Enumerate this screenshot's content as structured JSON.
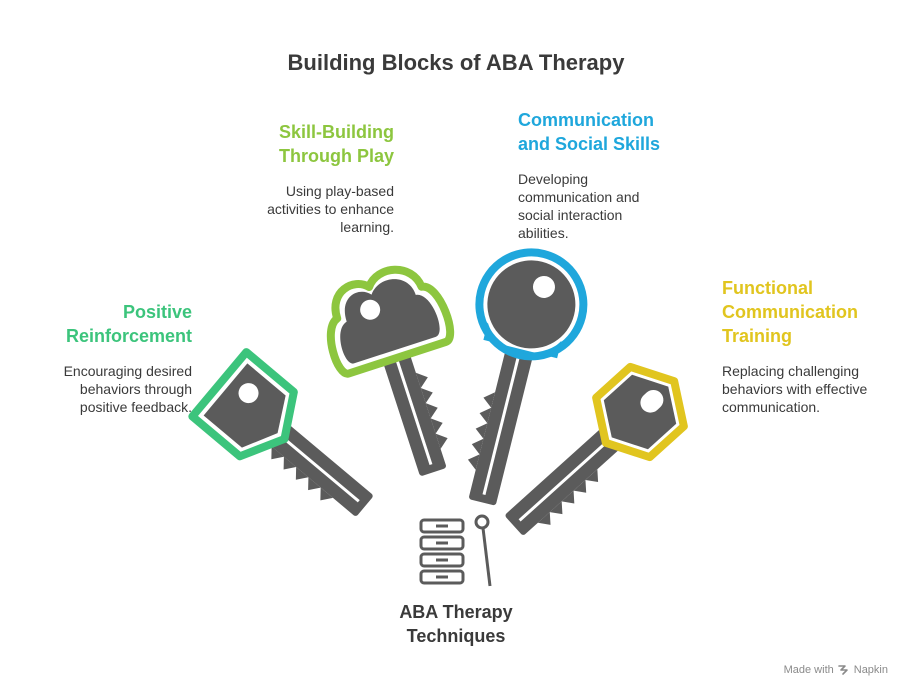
{
  "title": "Building Blocks of ABA Therapy",
  "center": {
    "line1": "ABA Therapy",
    "line2": "Techniques"
  },
  "blocks": [
    {
      "heading_lines": [
        "Positive",
        "Reinforcement"
      ],
      "description_lines": [
        "Encouraging desired",
        "behaviors through",
        "positive feedback."
      ],
      "color": "#3cc47c"
    },
    {
      "heading_lines": [
        "Skill-Building",
        "Through Play"
      ],
      "description_lines": [
        "Using play-based",
        "activities to enhance",
        "learning."
      ],
      "color": "#8dc63f"
    },
    {
      "heading_lines": [
        "Communication",
        "and Social Skills"
      ],
      "description_lines": [
        "Developing",
        "communication and",
        "social interaction",
        "abilities."
      ],
      "color": "#1fa7dc"
    },
    {
      "heading_lines": [
        "Functional",
        "Communication",
        "Training"
      ],
      "description_lines": [
        "Replacing challenging",
        "behaviors with effective",
        "communication."
      ],
      "color": "#e1c51f"
    }
  ],
  "key_fill_color": "#5b5b5b",
  "footer": {
    "made_with": "Made with",
    "brand": "Napkin"
  }
}
